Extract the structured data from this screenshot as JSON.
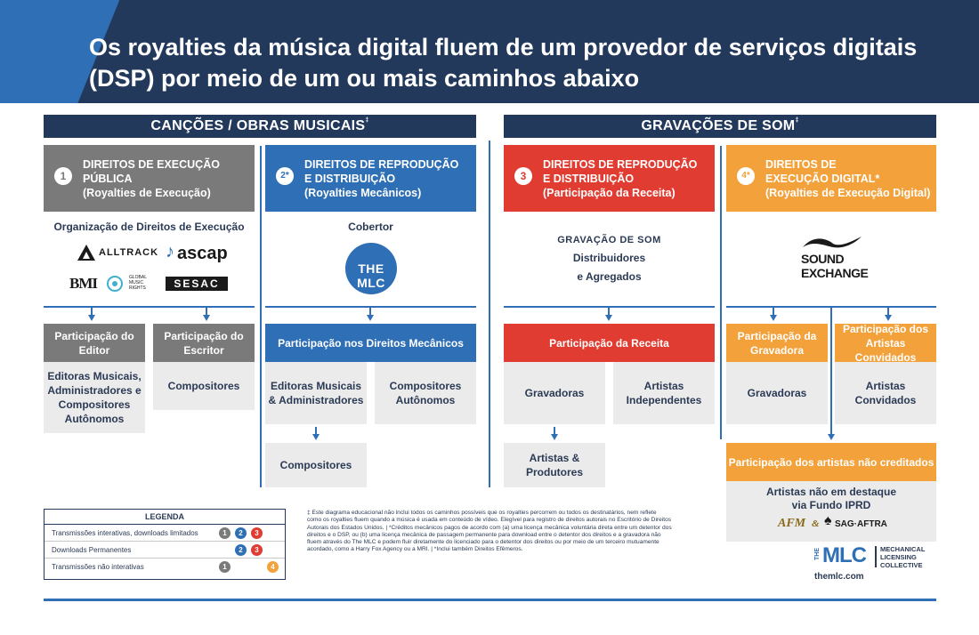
{
  "title": "Os royalties da música digital fluem de um provedor de serviços digitais (DSP) por meio de um ou mais caminhos abaixo",
  "sections": {
    "songs": "CANÇÕES / OBRAS MUSICAIS",
    "songs_mark": "‡",
    "recordings": "GRAVAÇÕES DE SOM",
    "recordings_mark": "‡"
  },
  "categories": [
    {
      "num": "1",
      "line1": "DIREITOS DE EXECUÇÃO",
      "line2": "PÚBLICA",
      "sub": "(Royalties de Execução)"
    },
    {
      "num": "2*",
      "line1": "DIREITOS DE REPRODUÇÃO",
      "line2": "E DISTRIBUIÇÃO",
      "sub": "(Royalties Mecânicos)"
    },
    {
      "num": "3",
      "line1": "DIREITOS DE REPRODUÇÃO",
      "line2": "E DISTRIBUIÇÃO",
      "sub": "(Participação da Receita)"
    },
    {
      "num": "4*",
      "line1": "DIREITOS DE",
      "line2": "EXECUÇÃO DIGITAL*",
      "sub": "(Royalties de Execução Digital)"
    }
  ],
  "col1": {
    "org_label": "Organização de Direitos de Execução",
    "logos": [
      "ALLTRACK",
      "ascap",
      "BMI",
      "GLOBAL MUSIC RIGHTS",
      "SESAC"
    ],
    "editor_share": "Participação do Editor",
    "writer_share": "Participação do Escritor",
    "editors": "Editoras Musicais, Administradores e Compositores Autônomos",
    "composers": "Compositores"
  },
  "col2": {
    "label": "Cobertor",
    "logo": "THE MLC",
    "share": "Participação nos Direitos Mecânicos",
    "editors": "Editoras Musicais & Administradores",
    "composers_auto": "Compositores Autônomos",
    "composers": "Compositores"
  },
  "col3": {
    "label1": "GRAVAÇÃO DE SOM",
    "label2": "Distribuidores",
    "label3": "e Agregados",
    "share": "Participação da Receita",
    "labels": "Gravadoras",
    "independent": "Artistas Independentes",
    "artists_producers": "Artistas & Produtores"
  },
  "col4": {
    "logo_line1": "SOUND",
    "logo_line2": "EXCHANGE",
    "label_share": "Participação da Gravadora",
    "guest_share": "Participação dos Artistas Convidados",
    "labels": "Gravadoras",
    "guests": "Artistas Convidados",
    "uncredited_share": "Participação dos artistas não creditados",
    "uncredited_line1": "Artistas não em destaque",
    "uncredited_line2": "via Fundo IPRD",
    "afm": "AFM",
    "amp": "&",
    "sag": "SAG·AFTRA"
  },
  "legend": {
    "title": "LEGENDA",
    "rows": [
      {
        "label": "Transmissões interativas, downloads limitados",
        "nums": [
          "1",
          "2",
          "3"
        ]
      },
      {
        "label": "Downloads Permanentes",
        "nums": [
          "2",
          "3"
        ]
      },
      {
        "label": "Transmissões não interativas",
        "nums": [
          "1",
          "4"
        ]
      }
    ]
  },
  "footnote": "‡ Este diagrama educacional não inclui todos os caminhos possíveis que os royalties percorrem ou todos os destinatários, nem reflete como os royalties fluem quando a música é usada em conteúdo de vídeo. Elegível para registro de direitos autorais no Escritório de Direitos Autorais dos Estados Unidos. | *Créditos mecânicos pagos de acordo com (a) uma licença mecânica voluntária direta entre um detentor dos direitos e o DSP, ou (b) uma licença mecânica de passagem permanente para download entre o detentor dos direitos e a gravadora não fluem através do The MLC e podem fluir diretamente do licenciado para o detentor dos direitos ou por meio de um terceiro mutuamente acordado, como a Harry Fox Agency ou a MRI. | *Inclui também Direitos Efêmeros.",
  "brand": {
    "the": "THE",
    "mlc": "MLC",
    "line1": "MECHANICAL",
    "line2": "LICENSING",
    "line3": "COLLECTIVE",
    "url": "themlc.com"
  },
  "colors": {
    "navy": "#23395b",
    "blue": "#2f6fb5",
    "gray": "#7a7a7a",
    "red": "#e03c31",
    "orange": "#f3a13a",
    "light": "#ebebeb"
  }
}
